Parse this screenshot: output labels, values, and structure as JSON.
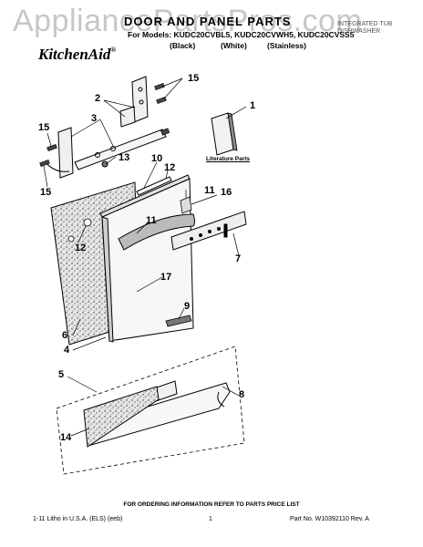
{
  "watermark": "AppliancePartsPros.com",
  "header": {
    "title": "DOOR AND PANEL PARTS",
    "models_line": "For Models: KUDC20CVBL5, KUDC20CVWH5, KUDC20CVSS5",
    "colors": [
      "(Black)",
      "(White)",
      "(Stainless)"
    ],
    "doc_type_line1": "INTEGRATED TUB",
    "doc_type_line2": "DISHWASHER",
    "brand": "KitchenAid",
    "brand_mark": "®"
  },
  "literature_label": "Literature Parts",
  "callouts": {
    "c1": "1",
    "c2": "2",
    "c3": "3",
    "c4": "4",
    "c5": "5",
    "c6": "6",
    "c7": "7",
    "c8": "8",
    "c9": "9",
    "c10": "10",
    "c11a": "11",
    "c11b": "11",
    "c12a": "12",
    "c12b": "12",
    "c13": "13",
    "c14": "14",
    "c15a": "15",
    "c15b": "15",
    "c15c": "15",
    "c16": "16",
    "c17": "17"
  },
  "footer": {
    "order_info": "FOR ORDERING INFORMATION REFER TO PARTS PRICE LIST",
    "litho": "1-11 Litho in U.S.A. (ELS) (eeb)",
    "page": "1",
    "part_no": "Part No. W10392110 Rev. A"
  }
}
